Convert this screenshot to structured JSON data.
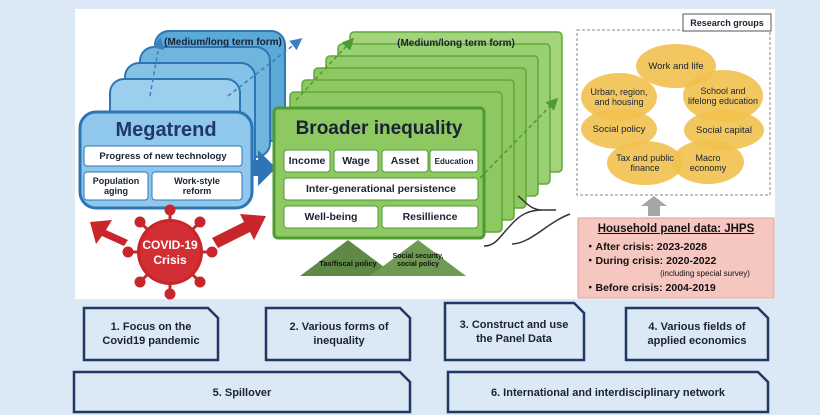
{
  "megatrend": {
    "form_label": "(Medium/long term form)",
    "title": "Megatrend",
    "tech": "Progress of new technology",
    "aging": "Population aging",
    "workstyle": "Work-style reform"
  },
  "covid": {
    "line1": "COVID-19",
    "line2": "Crisis"
  },
  "inequality": {
    "form_label": "(Medium/long term form)",
    "title": "Broader inequality",
    "income": "Income",
    "wage": "Wage",
    "asset": "Asset",
    "education": "Education",
    "intergen": "Inter-generational persistence",
    "wellbeing": "Well-being",
    "resilience": "Resillience",
    "tax_policy": "Tax/fiscal policy",
    "social_policy": "Social security, social policy"
  },
  "research": {
    "header": "Research groups",
    "fields": [
      "Work and life",
      "Urban, region, and housing",
      "School and lifelong education",
      "Social policy",
      "Social capital",
      "Tax and public finance",
      "Macro economy"
    ]
  },
  "panel": {
    "title": "Household panel data: JHPS",
    "after": "・After crisis: 2023-2028",
    "during": "・During crisis: 2020-2022",
    "note": "(including special survey)",
    "before": "・Before crisis: 2004-2019"
  },
  "boxes": [
    "1. Focus on the Covid19 pandemic",
    "2. Various forms of inequality",
    "3. Construct and use the Panel Data",
    "4. Various fields of applied economics",
    "5. Spillover",
    "6. International and interdisciplinary network"
  ],
  "colors": {
    "background": "#dbe8f5",
    "megatrend_blue": "#5aa9d6",
    "inequality_green": "#8dc860",
    "ellipse_gold": "#f2c14e",
    "panel_pink": "#f6c6c0",
    "covid_red": "#c8262b"
  }
}
